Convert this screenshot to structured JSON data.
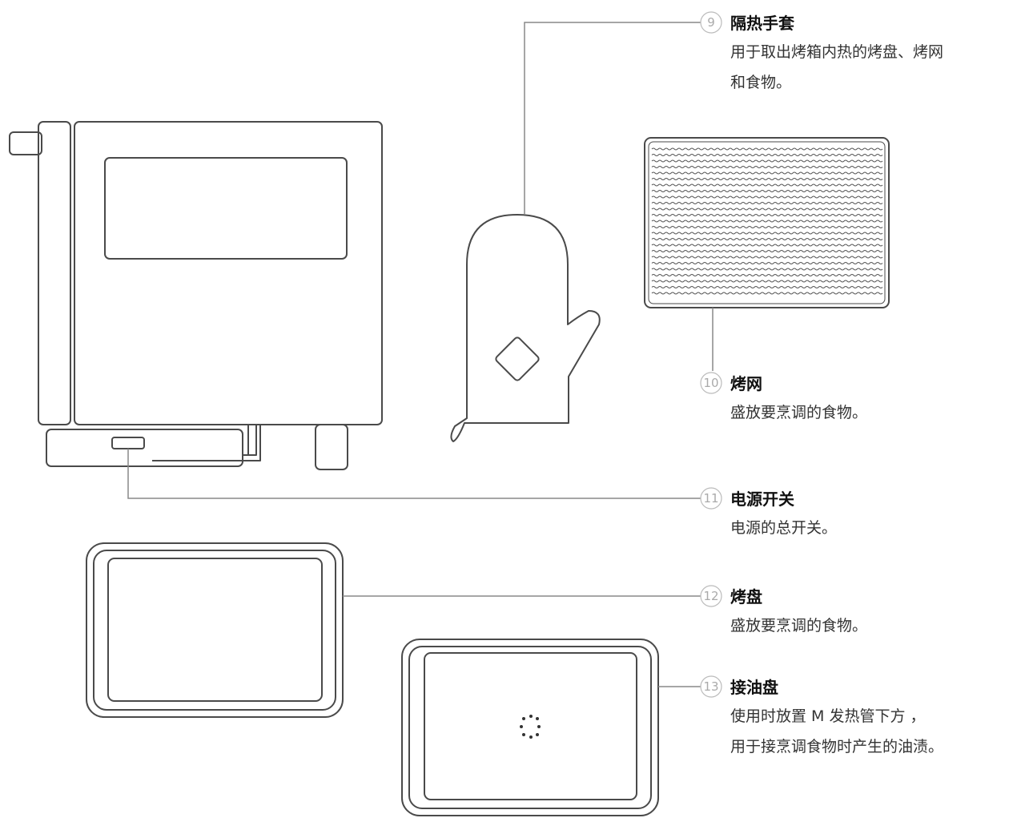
{
  "callouts": [
    {
      "number": "9",
      "title": "隔热手套",
      "desc": [
        "用于取出烤箱内热的烤盘、烤网",
        "和食物。"
      ]
    },
    {
      "number": "10",
      "title": "烤网",
      "desc": [
        "盛放要烹调的食物。"
      ]
    },
    {
      "number": "11",
      "title": "电源开关",
      "desc": [
        "电源的总开关。"
      ]
    },
    {
      "number": "12",
      "title": "烤盘",
      "desc": [
        "盛放要烹调的食物。"
      ]
    },
    {
      "number": "13",
      "title": "接油盘",
      "desc": [
        "使用时放置 M 发热管下方 ，",
        "用于接烹调食物时产生的油渍。"
      ]
    }
  ]
}
